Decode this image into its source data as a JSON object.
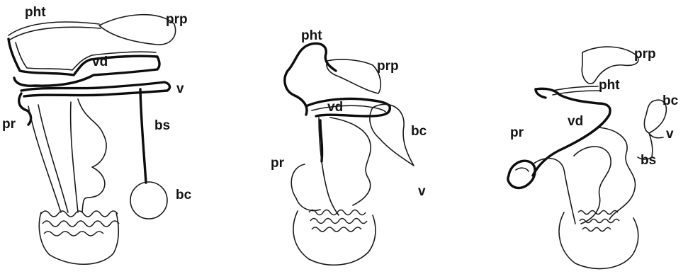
{
  "figures": [
    {
      "id": "left",
      "labels": {
        "pht": "pht",
        "prp": "prp",
        "vd": "vd",
        "v": "v",
        "pr": "pr",
        "bs": "bs",
        "bc": "bc"
      }
    },
    {
      "id": "middle",
      "labels": {
        "pht": "pht",
        "prp": "prp",
        "vd": "vd",
        "bc": "bc",
        "pr": "pr",
        "v": "v"
      }
    },
    {
      "id": "right",
      "labels": {
        "prp": "prp",
        "pht": "pht",
        "bc": "bc",
        "vd": "vd",
        "pr": "pr",
        "v": "v",
        "bs": "bs"
      }
    }
  ]
}
